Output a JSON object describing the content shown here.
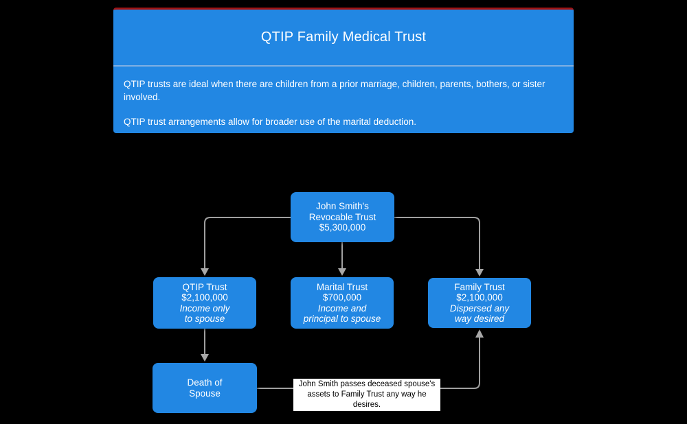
{
  "colors": {
    "background": "#000000",
    "node_fill": "#2287e3",
    "header_fill": "#2287e3",
    "header_top_border": "#a01414",
    "header_divider": "#7fb0e3",
    "connector": "#a0a0a0",
    "arrow_fill": "#a8a8a8",
    "node_text": "#ffffff",
    "edge_label_bg": "#ffffff",
    "edge_label_text": "#000000"
  },
  "header": {
    "title": "QTIP Family Medical Trust",
    "paragraph1": "QTIP trusts are ideal when there are children from a prior marriage, children, parents, bothers, or sister involved.",
    "paragraph2": "QTIP trust arrangements allow for broader use of the marital deduction."
  },
  "diagram": {
    "nodes": {
      "revocable": {
        "line1": "John Smith's",
        "line2": "Revocable Trust",
        "line3": "$5,300,000"
      },
      "qtip": {
        "line1": "QTIP Trust",
        "line2": "$2,100,000",
        "line3": "Income only",
        "line4": "to spouse"
      },
      "marital": {
        "line1": "Marital Trust",
        "line2": "$700,000",
        "line3": "Income and",
        "line4": "principal to spouse"
      },
      "family": {
        "line1": "Family Trust",
        "line2": "$2,100,000",
        "line3": "Dispersed any",
        "line4": "way desired"
      },
      "death": {
        "line1": "Death of",
        "line2": "Spouse"
      }
    },
    "edge_label": "John Smith passes deceased spouse's assets to Family Trust any way he desires."
  }
}
